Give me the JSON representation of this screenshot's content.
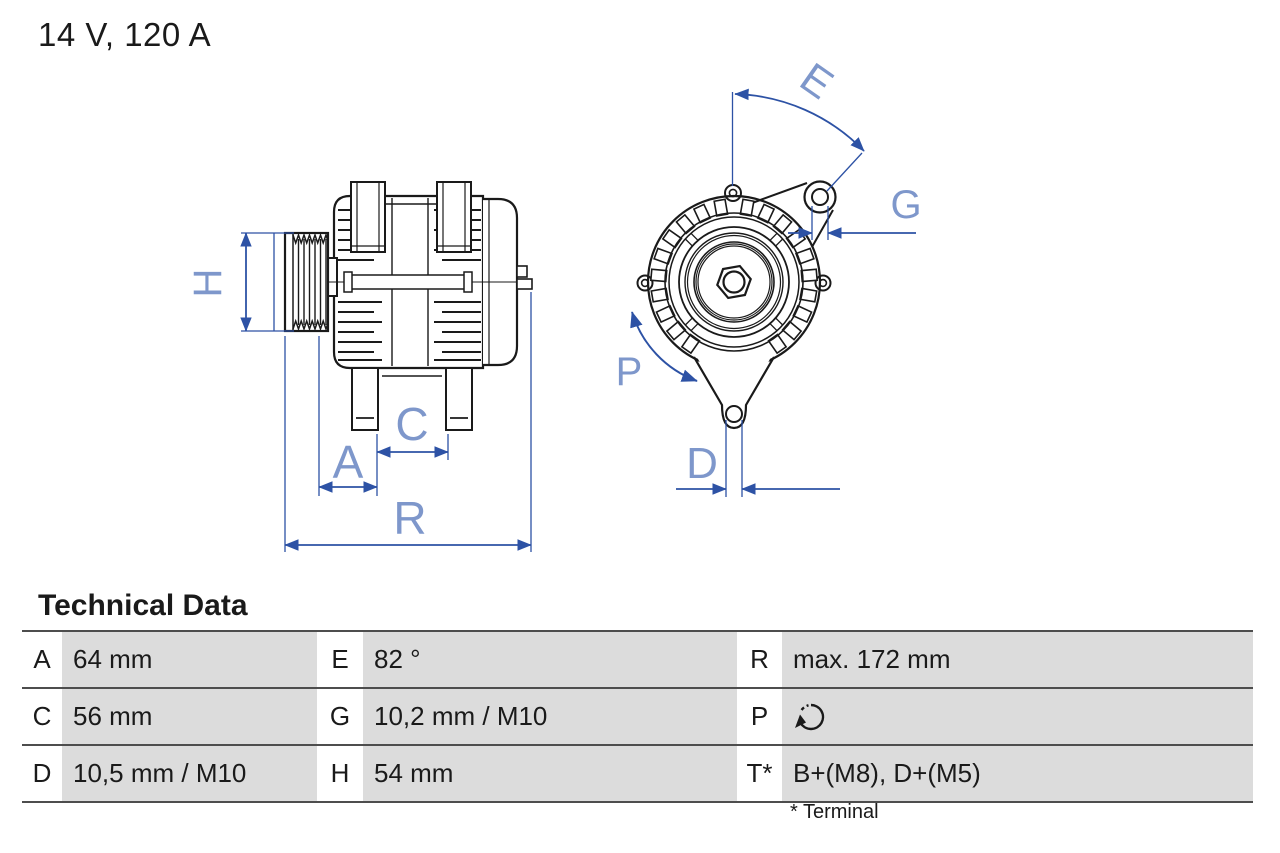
{
  "title": "14 V, 120 A",
  "colors": {
    "dimension_blue": "#2d52a5",
    "label_blue": "#7e97cb",
    "drawing_black": "#1a1a1a",
    "table_cell_gray": "#dcdcdc"
  },
  "diagram": {
    "side_view": {
      "labels": {
        "H": "H",
        "A": "A",
        "C": "C",
        "R": "R"
      }
    },
    "front_view": {
      "labels": {
        "E": "E",
        "G": "G",
        "P": "P",
        "D": "D"
      }
    }
  },
  "table": {
    "title": "Technical Data",
    "rows": [
      [
        {
          "key": "A",
          "value": "64 mm"
        },
        {
          "key": "E",
          "value": "82 °"
        },
        {
          "key": "R",
          "value": "max. 172 mm"
        }
      ],
      [
        {
          "key": "C",
          "value": "56 mm"
        },
        {
          "key": "G",
          "value": "10,2 mm / M10"
        },
        {
          "key": "P",
          "value": "",
          "icon": "rotation-direction-icon"
        }
      ],
      [
        {
          "key": "D",
          "value": "10,5 mm / M10"
        },
        {
          "key": "H",
          "value": "54 mm"
        },
        {
          "key": "T*",
          "value": "B+(M8), D+(M5)"
        }
      ]
    ],
    "footnote": "* Terminal"
  }
}
